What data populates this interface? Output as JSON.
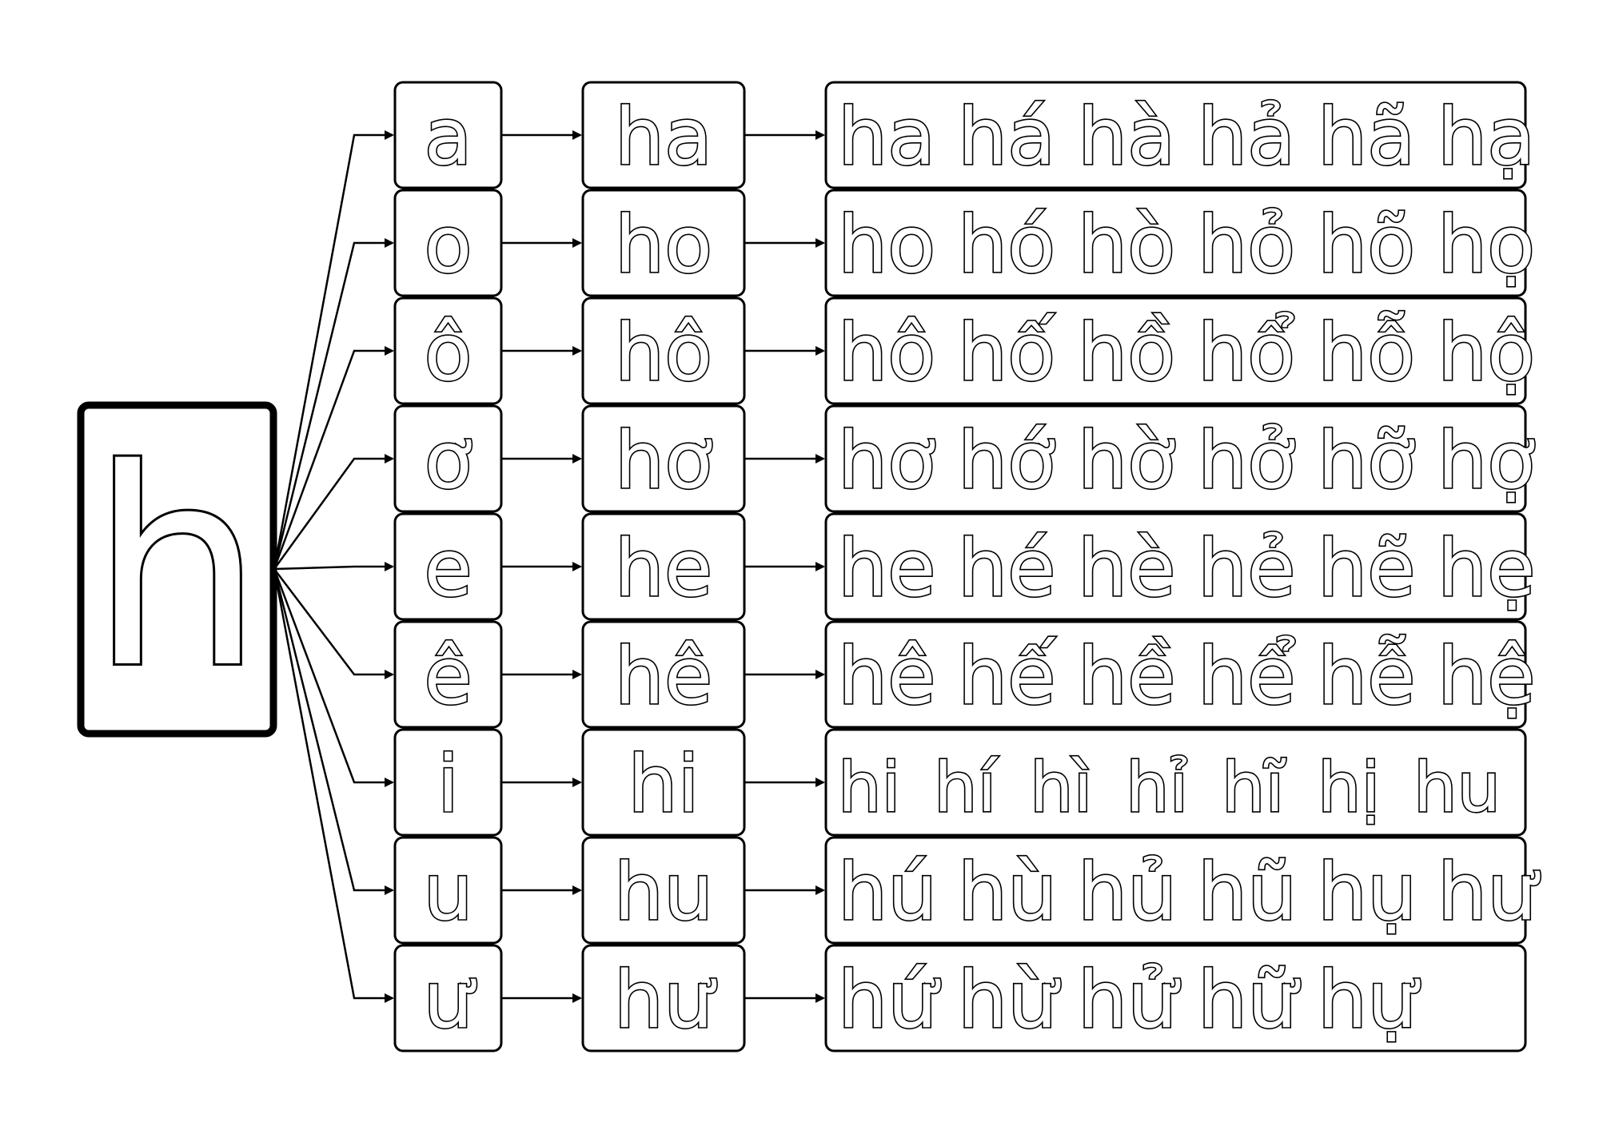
{
  "consonant": "h",
  "rows": [
    {
      "vowel": "a",
      "syllable": "ha",
      "tones": [
        "ha",
        "há",
        "hà",
        "hả",
        "hã",
        "hạ"
      ]
    },
    {
      "vowel": "o",
      "syllable": "ho",
      "tones": [
        "ho",
        "hó",
        "hò",
        "hỏ",
        "hõ",
        "họ"
      ]
    },
    {
      "vowel": "ô",
      "syllable": "hô",
      "tones": [
        "hô",
        "hố",
        "hồ",
        "hổ",
        "hỗ",
        "hộ"
      ]
    },
    {
      "vowel": "ơ",
      "syllable": "hơ",
      "tones": [
        "hơ",
        "hớ",
        "hờ",
        "hở",
        "hỡ",
        "hợ"
      ]
    },
    {
      "vowel": "e",
      "syllable": "he",
      "tones": [
        "he",
        "hé",
        "hè",
        "hẻ",
        "hẽ",
        "hẹ"
      ]
    },
    {
      "vowel": "ê",
      "syllable": "hê",
      "tones": [
        "hê",
        "hế",
        "hề",
        "hể",
        "hễ",
        "hệ"
      ]
    },
    {
      "vowel": "i",
      "syllable": "hi",
      "tones": [
        "hi",
        "hí",
        "hì",
        "hỉ",
        "hĩ",
        "hị",
        "hu"
      ]
    },
    {
      "vowel": "u",
      "syllable": "hu",
      "tones": [
        "hú",
        "hù",
        "hủ",
        "hũ",
        "hụ",
        "hư"
      ]
    },
    {
      "vowel": "ư",
      "syllable": "hư",
      "tones": [
        "hứ",
        "hừ",
        "hử",
        "hữ",
        "hự"
      ]
    }
  ]
}
